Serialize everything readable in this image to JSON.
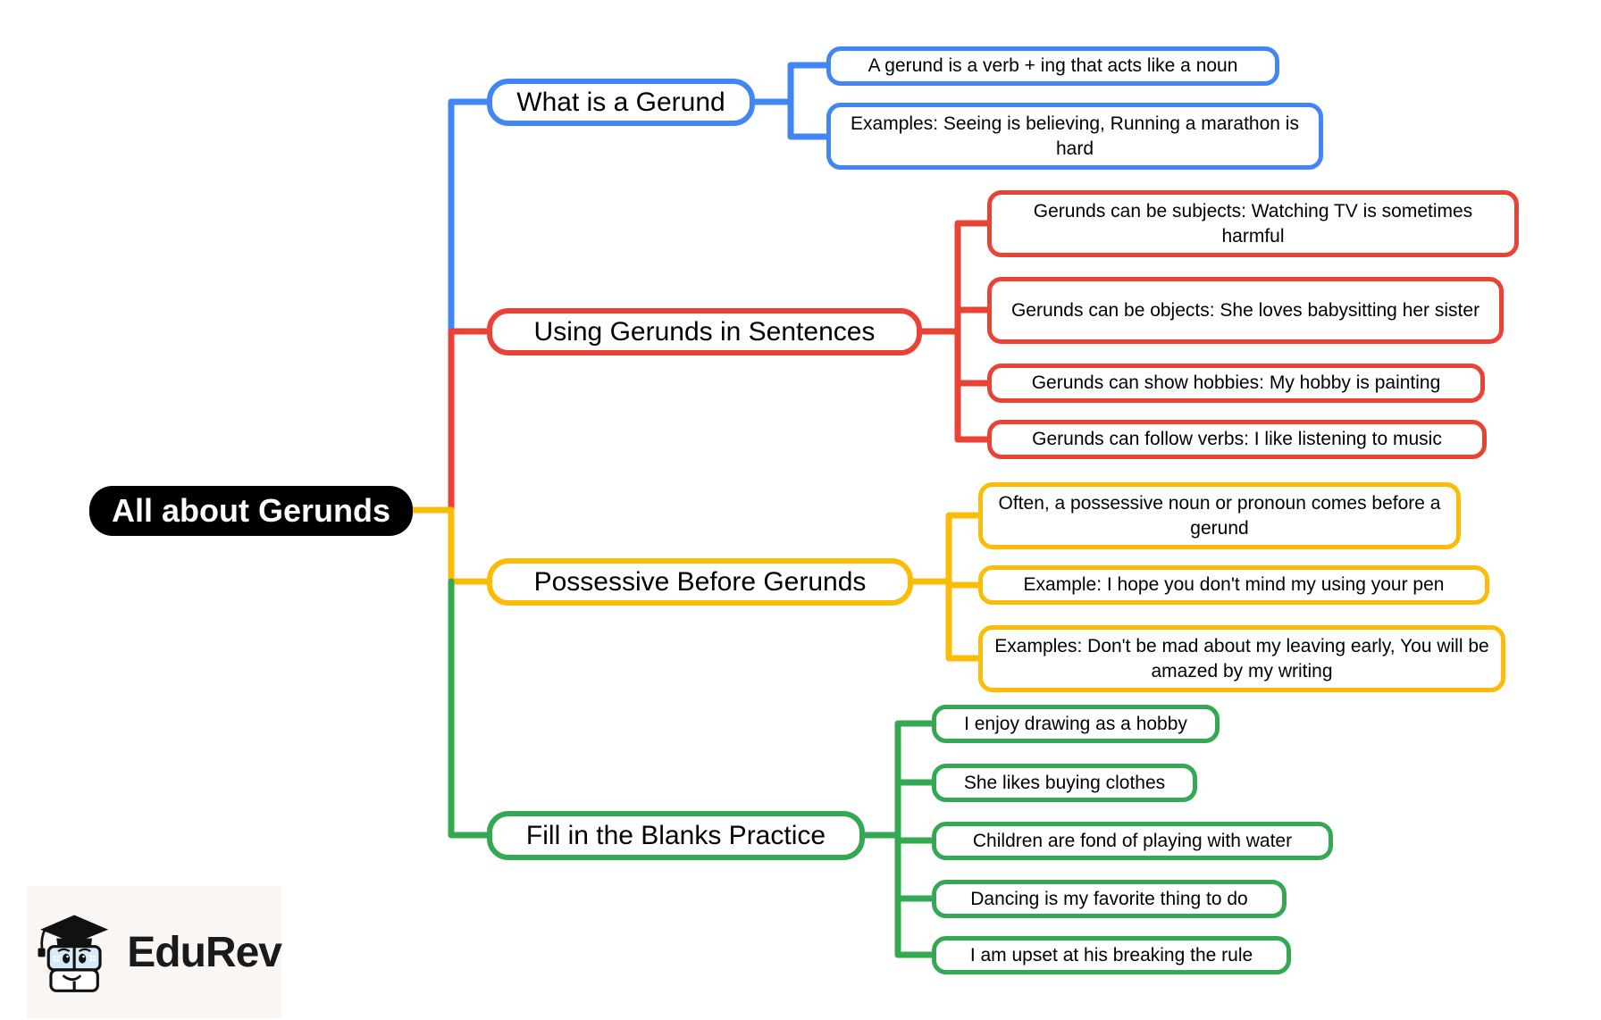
{
  "root": {
    "label": "All about Gerunds"
  },
  "branches": [
    {
      "label": "What is a Gerund",
      "color": "#4285F4",
      "leaves": [
        "A gerund is a verb + ing that acts like a noun",
        "Examples: Seeing is believing, Running a marathon is hard"
      ]
    },
    {
      "label": "Using Gerunds in Sentences",
      "color": "#EA4335",
      "leaves": [
        "Gerunds can be subjects: Watching TV is sometimes harmful",
        "Gerunds can be objects: She loves babysitting her sister",
        "Gerunds can show hobbies: My hobby is painting",
        "Gerunds can follow verbs: I like listening to music"
      ]
    },
    {
      "label": "Possessive Before Gerunds",
      "color": "#FBBC05",
      "leaves": [
        "Often, a possessive noun or pronoun comes before a gerund",
        "Example: I hope you don't mind my using your pen",
        "Examples: Don't be mad about my leaving early, You will be amazed by my writing"
      ]
    },
    {
      "label": "Fill in the Blanks Practice",
      "color": "#34A853",
      "leaves": [
        "I enjoy drawing as a hobby",
        "She likes buying clothes",
        "Children are fond of playing with water",
        "Dancing is my favorite thing to do",
        "I am upset at his breaking the rule"
      ]
    }
  ],
  "colors": {
    "blue": "#4285F4",
    "red": "#EA4335",
    "yellow": "#FBBC05",
    "green": "#34A853",
    "root_bg": "#000000",
    "root_text": "#FFFFFF"
  },
  "logo": {
    "wordmark": "EduRev"
  }
}
